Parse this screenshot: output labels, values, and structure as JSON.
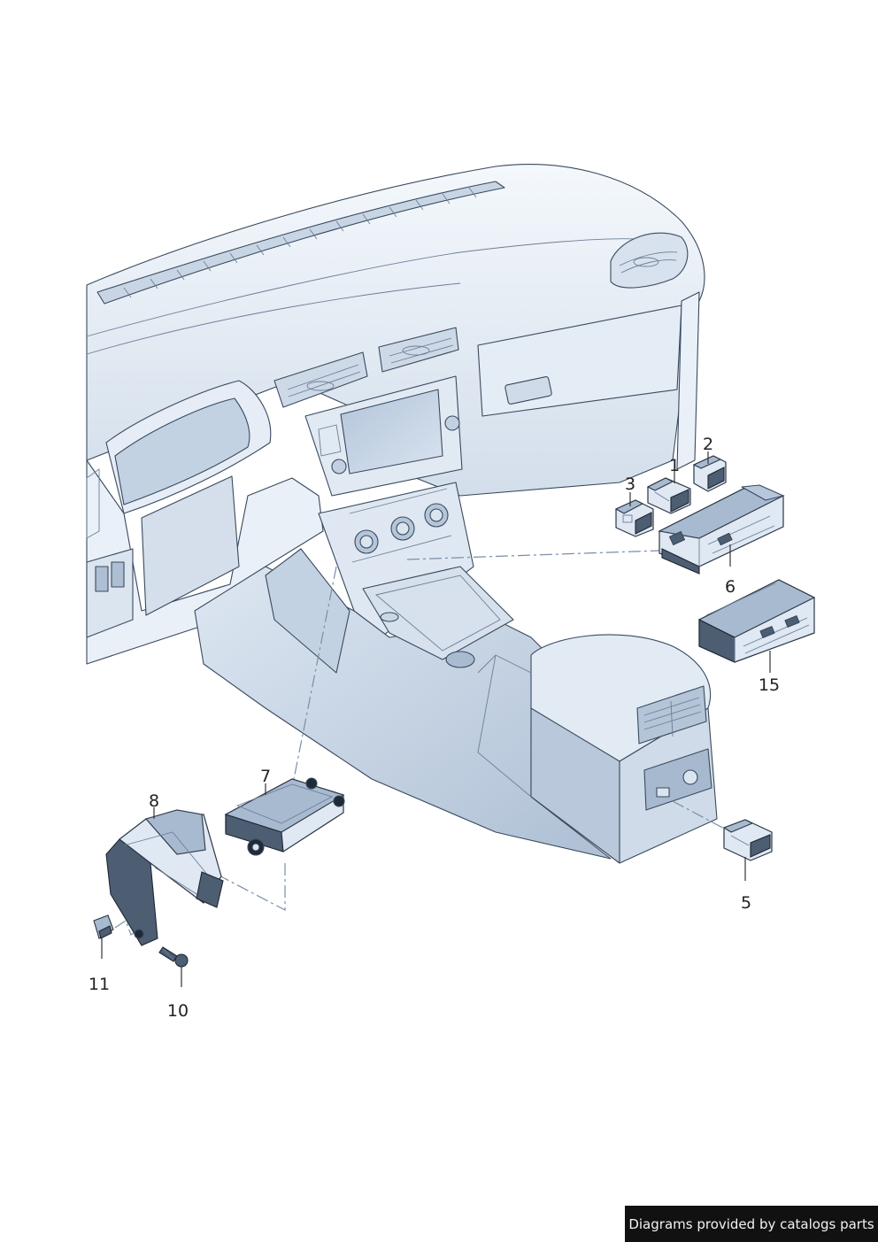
{
  "diagram": {
    "colors": {
      "line": "#3a4a5e",
      "fill_light": "#e8eff7",
      "fill_mid": "#b9c8da",
      "fill_dark": "#4d5d72",
      "accent": "#7a8fa8"
    },
    "callouts": {
      "p1": "1",
      "p2": "2",
      "p3": "3",
      "p5": "5",
      "p6": "6",
      "p7": "7",
      "p8": "8",
      "p10": "10",
      "p11": "11",
      "p15": "15"
    }
  },
  "footer": {
    "credit": "Diagrams provided by catalogs parts"
  }
}
